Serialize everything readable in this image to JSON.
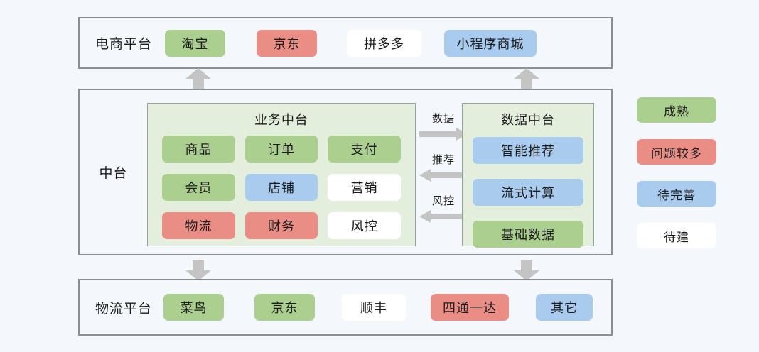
{
  "tiers": {
    "ecommerce": {
      "label": "电商平台",
      "items": [
        {
          "text": "淘宝",
          "status": "green"
        },
        {
          "text": "京东",
          "status": "red"
        },
        {
          "text": "拼多多",
          "status": "white"
        },
        {
          "text": "小程序商城",
          "status": "blue"
        }
      ]
    },
    "middle": {
      "label": "中台",
      "business_panel": {
        "title": "业务中台",
        "items": [
          {
            "text": "商品",
            "status": "green"
          },
          {
            "text": "订单",
            "status": "green"
          },
          {
            "text": "支付",
            "status": "green"
          },
          {
            "text": "会员",
            "status": "green"
          },
          {
            "text": "店铺",
            "status": "blue"
          },
          {
            "text": "营销",
            "status": "white"
          },
          {
            "text": "物流",
            "status": "red"
          },
          {
            "text": "财务",
            "status": "red"
          },
          {
            "text": "风控",
            "status": "white"
          }
        ]
      },
      "data_panel": {
        "title": "数据中台",
        "items": [
          {
            "text": "智能推荐",
            "status": "blue"
          },
          {
            "text": "流式计算",
            "status": "blue"
          },
          {
            "text": "基础数据",
            "status": "green"
          }
        ]
      },
      "flows": [
        {
          "label": "数据",
          "direction": "right"
        },
        {
          "label": "推荐",
          "direction": "left"
        },
        {
          "label": "风控",
          "direction": "left"
        }
      ]
    },
    "logistics": {
      "label": "物流平台",
      "items": [
        {
          "text": "菜鸟",
          "status": "green"
        },
        {
          "text": "京东",
          "status": "green"
        },
        {
          "text": "顺丰",
          "status": "white"
        },
        {
          "text": "四通一达",
          "status": "red"
        },
        {
          "text": "其它",
          "status": "blue"
        }
      ]
    }
  },
  "connectors": [
    {
      "name": "middle-to-ecommerce-left",
      "direction": "up"
    },
    {
      "name": "middle-to-ecommerce-right",
      "direction": "up"
    },
    {
      "name": "middle-to-logistics-left",
      "direction": "down"
    },
    {
      "name": "middle-to-logistics-right",
      "direction": "down"
    }
  ],
  "legend": {
    "items": [
      {
        "text": "成熟",
        "status": "green"
      },
      {
        "text": "问题较多",
        "status": "red"
      },
      {
        "text": "待完善",
        "status": "blue"
      },
      {
        "text": "待建",
        "status": "white"
      }
    ]
  },
  "colors": {
    "green": "#abcf8f",
    "red": "#ea8d85",
    "blue": "#a8cbee",
    "white": "#ffffff",
    "panel": "#e4eedc",
    "background": "#f4f7fb",
    "border": "#8a8f96",
    "arrow": "#c4c4c4"
  }
}
